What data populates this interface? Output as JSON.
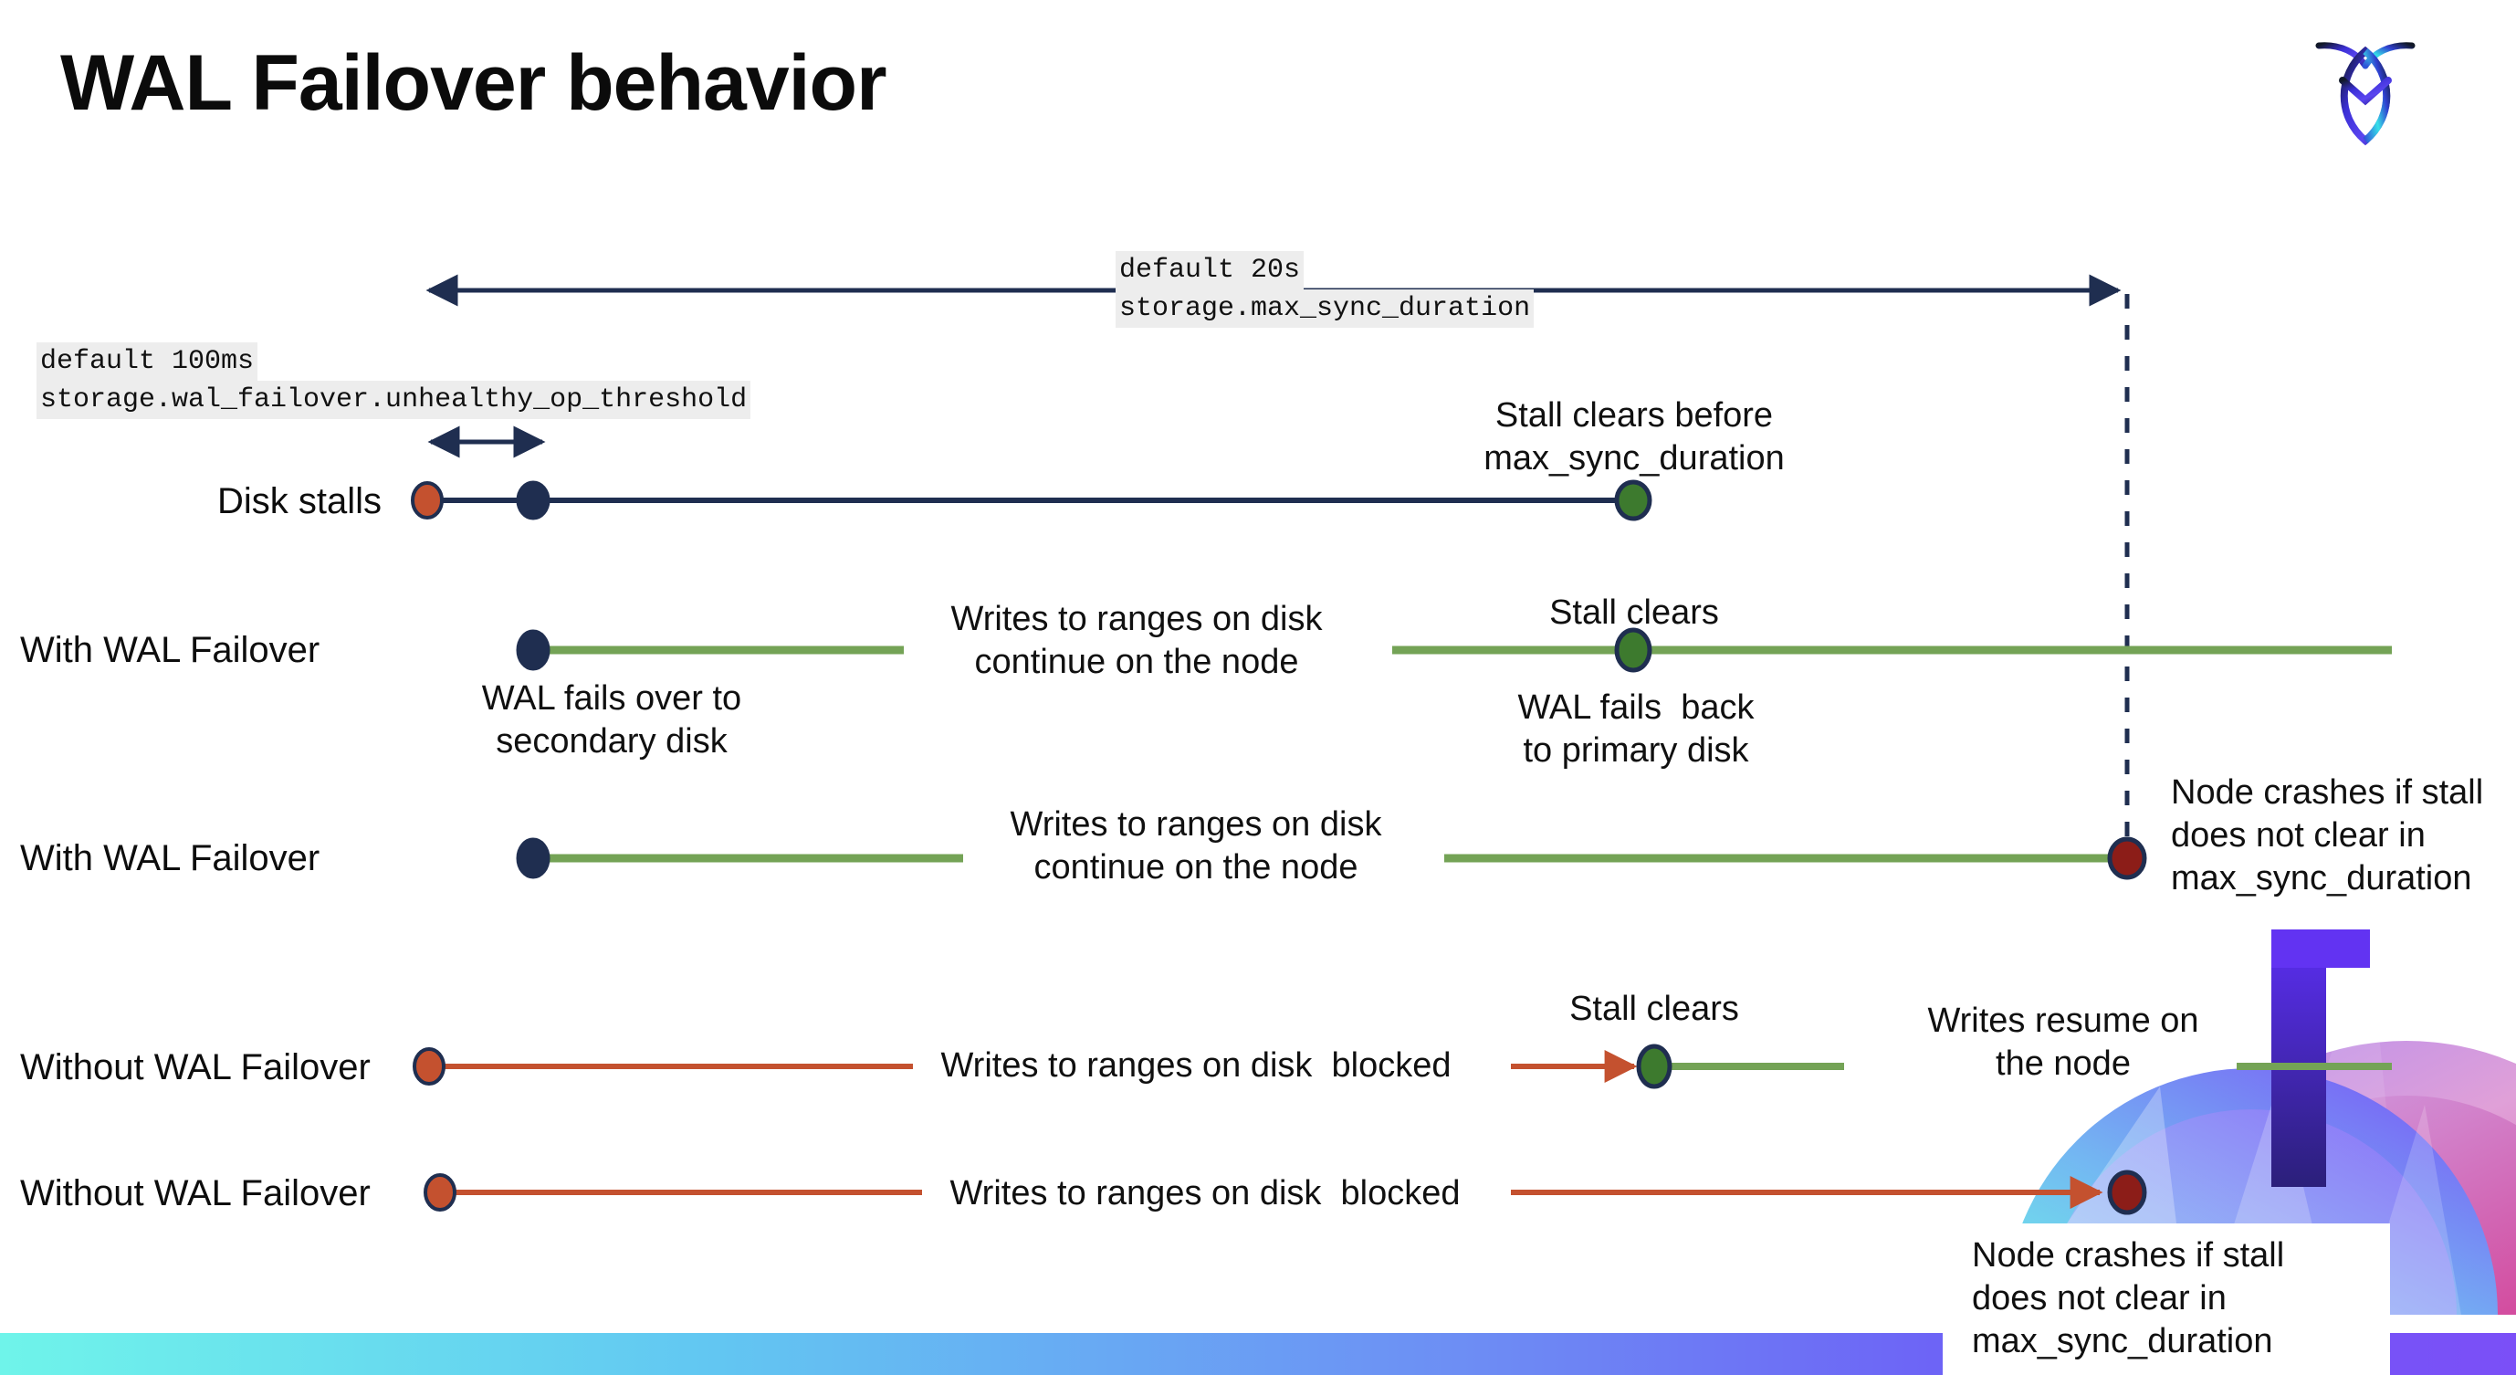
{
  "slide": {
    "title": "WAL Failover behavior",
    "logo_name": "cockroachdb-logo"
  },
  "settings": {
    "max_sync": {
      "default_label": "default 20s",
      "setting_label": "storage.max_sync_duration"
    },
    "unhealthy_op": {
      "default_label": "default 100ms",
      "setting_label": "storage.wal_failover.unhealthy_op_threshold"
    }
  },
  "rows": {
    "disk_stalls": {
      "label": "Disk stalls",
      "note": "Stall clears before\nmax_sync_duration"
    },
    "with_failover_1": {
      "label": "With WAL Failover",
      "note_start": "WAL fails over to\nsecondary disk",
      "note_mid": "Writes to ranges on disk\ncontinue on the node",
      "note_clear": "Stall clears",
      "note_back": "WAL fails  back\nto primary disk"
    },
    "with_failover_2": {
      "label": "With WAL Failover",
      "note_mid": "Writes to ranges on disk\ncontinue on the node",
      "note_crash": "Node crashes if stall\ndoes not clear in\nmax_sync_duration"
    },
    "without_failover_1": {
      "label": "Without WAL Failover",
      "note_blocked": "Writes to ranges on disk  blocked",
      "note_clear": "Stall clears",
      "note_resume": "Writes resume on\nthe node"
    },
    "without_failover_2": {
      "label": "Without WAL Failover",
      "note_blocked": "Writes to ranges on disk  blocked",
      "note_crash": "Node crashes if stall\ndoes not clear in\nmax_sync_duration"
    }
  },
  "colors": {
    "navy": "#1f2e50",
    "green_line": "#74a356",
    "green_dot": "#3d7a2e",
    "orange": "#c4512f",
    "dark_red": "#8c1d18",
    "chip_bg": "#ededed",
    "bar_gradient_start": "#6ff4ea",
    "bar_gradient_end": "#7b4ff7"
  },
  "icon_names": {
    "logo": "cockroachdb-logo-icon",
    "arrow_left": "arrow-left-icon",
    "arrow_right": "arrow-right-icon",
    "dot_start_orange": "timeline-start-dot-icon",
    "dot_start_navy": "timeline-failover-dot-icon",
    "dot_clear_green": "timeline-clear-dot-icon",
    "dot_crash_red": "timeline-crash-dot-icon"
  }
}
